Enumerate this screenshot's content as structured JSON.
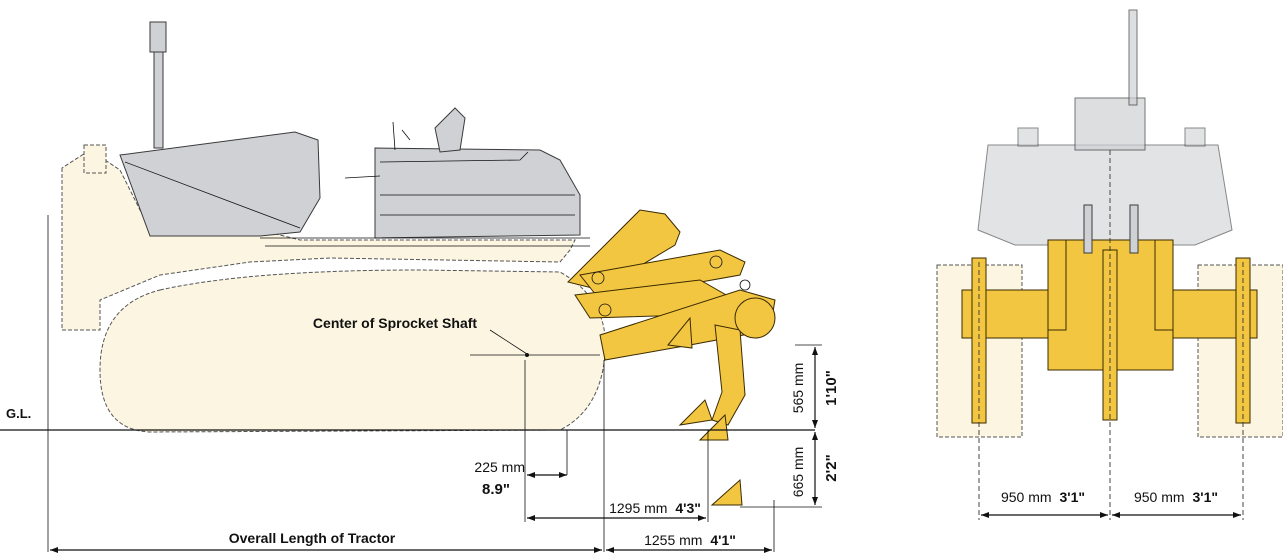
{
  "labels": {
    "sprocket": "Center of Sprocket Shaft",
    "gl": "G.L.",
    "overall_length": "Overall Length of Tractor"
  },
  "dimensions": {
    "d225": {
      "metric": "225 mm",
      "imperial": "8.9\""
    },
    "d1295": {
      "metric": "1295 mm",
      "imperial": "4'3\""
    },
    "d1255": {
      "metric": "1255 mm",
      "imperial": "4'1\""
    },
    "d565": {
      "metric": "565 mm",
      "imperial": "1'10\""
    },
    "d665": {
      "metric": "665 mm",
      "imperial": "2'2\""
    },
    "d950_left": {
      "metric": "950 mm",
      "imperial": "3'1\""
    },
    "d950_right": {
      "metric": "950 mm",
      "imperial": "3'1\""
    }
  },
  "colors": {
    "ripper": "#f2c641",
    "body": "#cfd1d4",
    "track": "#fbf5e1",
    "lines": "#111111"
  }
}
